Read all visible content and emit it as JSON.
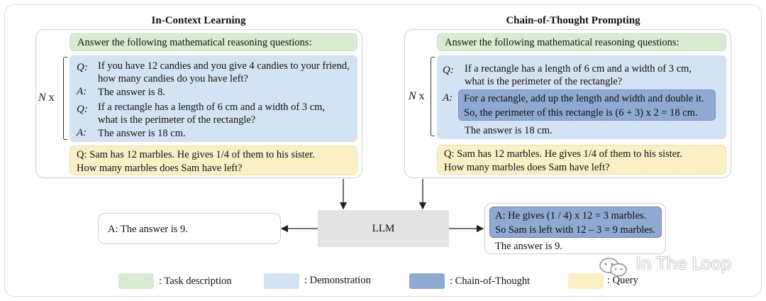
{
  "left": {
    "title": "In-Context Learning",
    "task": "Answer the following mathematical reasoning questions:",
    "n_label": "N",
    "x_label": "x",
    "demos": [
      {
        "q_label": "Q:",
        "q1": "If you have 12 candies and you give 4 candies to your friend,",
        "q2": "how many candies do you have left?",
        "a_label": "A:",
        "a": "The answer is 8."
      },
      {
        "q_label": "Q:",
        "q1": "If a rectangle has a length of 6 cm and a width of 3 cm,",
        "q2": "what is the perimeter of the rectangle?",
        "a_label": "A:",
        "a": "The answer is 18 cm."
      }
    ],
    "query1": "Q:   Sam has 12 marbles. He gives 1/4 of them to his sister.",
    "query2": "How many marbles does Sam have left?"
  },
  "right": {
    "title": "Chain-of-Thought Prompting",
    "task": "Answer the following mathematical reasoning questions:",
    "n_label": "N",
    "x_label": "x",
    "q_label": "Q:",
    "q1": "If a rectangle has a length of 6 cm and a width of 3 cm,",
    "q2": "what is the perimeter of the rectangle?",
    "a_label": "A:",
    "cot1": "For a rectangle, add up the length and width and double it.",
    "cot2": "So, the perimeter of this rectangle is (6 + 3) x 2 = 18 cm.",
    "answer": "The answer is 18 cm.",
    "query1": "Q:   Sam has 12 marbles. He gives 1/4 of them to his sister.",
    "query2": "How many marbles does Sam have left?"
  },
  "llm": "LLM",
  "left_output": "A: The answer is 9.",
  "right_output": {
    "cot1": "A: He gives (1 / 4) x 12 = 3 marbles.",
    "cot2": "So Sam is left with 12 – 3 = 9 marbles.",
    "answer": "The answer is 9."
  },
  "legend": [
    {
      "label": ": Task description",
      "color": "#d9ecd3"
    },
    {
      "label": ": Demonstration",
      "color": "#d4e3f3"
    },
    {
      "label": ": Chain-of-Thought",
      "color": "#8fa9d2"
    },
    {
      "label": ": Query",
      "color": "#fbefc6"
    }
  ],
  "watermark": {
    "text": "In The Loop",
    "icon": "wechat-icon"
  }
}
